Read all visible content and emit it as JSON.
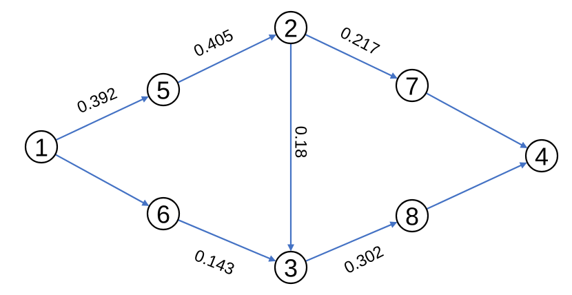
{
  "colors": {
    "edge": "#4472C4",
    "node_stroke": "#000000",
    "text": "#000000",
    "background": "#ffffff"
  },
  "nodes": [
    {
      "id": "1",
      "label": "1"
    },
    {
      "id": "5",
      "label": "5"
    },
    {
      "id": "6",
      "label": "6"
    },
    {
      "id": "2",
      "label": "2"
    },
    {
      "id": "3",
      "label": "3"
    },
    {
      "id": "7",
      "label": "7"
    },
    {
      "id": "8",
      "label": "8"
    },
    {
      "id": "4",
      "label": "4"
    }
  ],
  "edges": [
    {
      "from": "1",
      "to": "5",
      "label": "0.392"
    },
    {
      "from": "5",
      "to": "2",
      "label": "0.405"
    },
    {
      "from": "2",
      "to": "7",
      "label": "0.217"
    },
    {
      "from": "2",
      "to": "3",
      "label": "0.18"
    },
    {
      "from": "1",
      "to": "6",
      "label": ""
    },
    {
      "from": "6",
      "to": "3",
      "label": "0.143"
    },
    {
      "from": "3",
      "to": "8",
      "label": "0.302"
    },
    {
      "from": "7",
      "to": "4",
      "label": ""
    },
    {
      "from": "8",
      "to": "4",
      "label": ""
    }
  ]
}
